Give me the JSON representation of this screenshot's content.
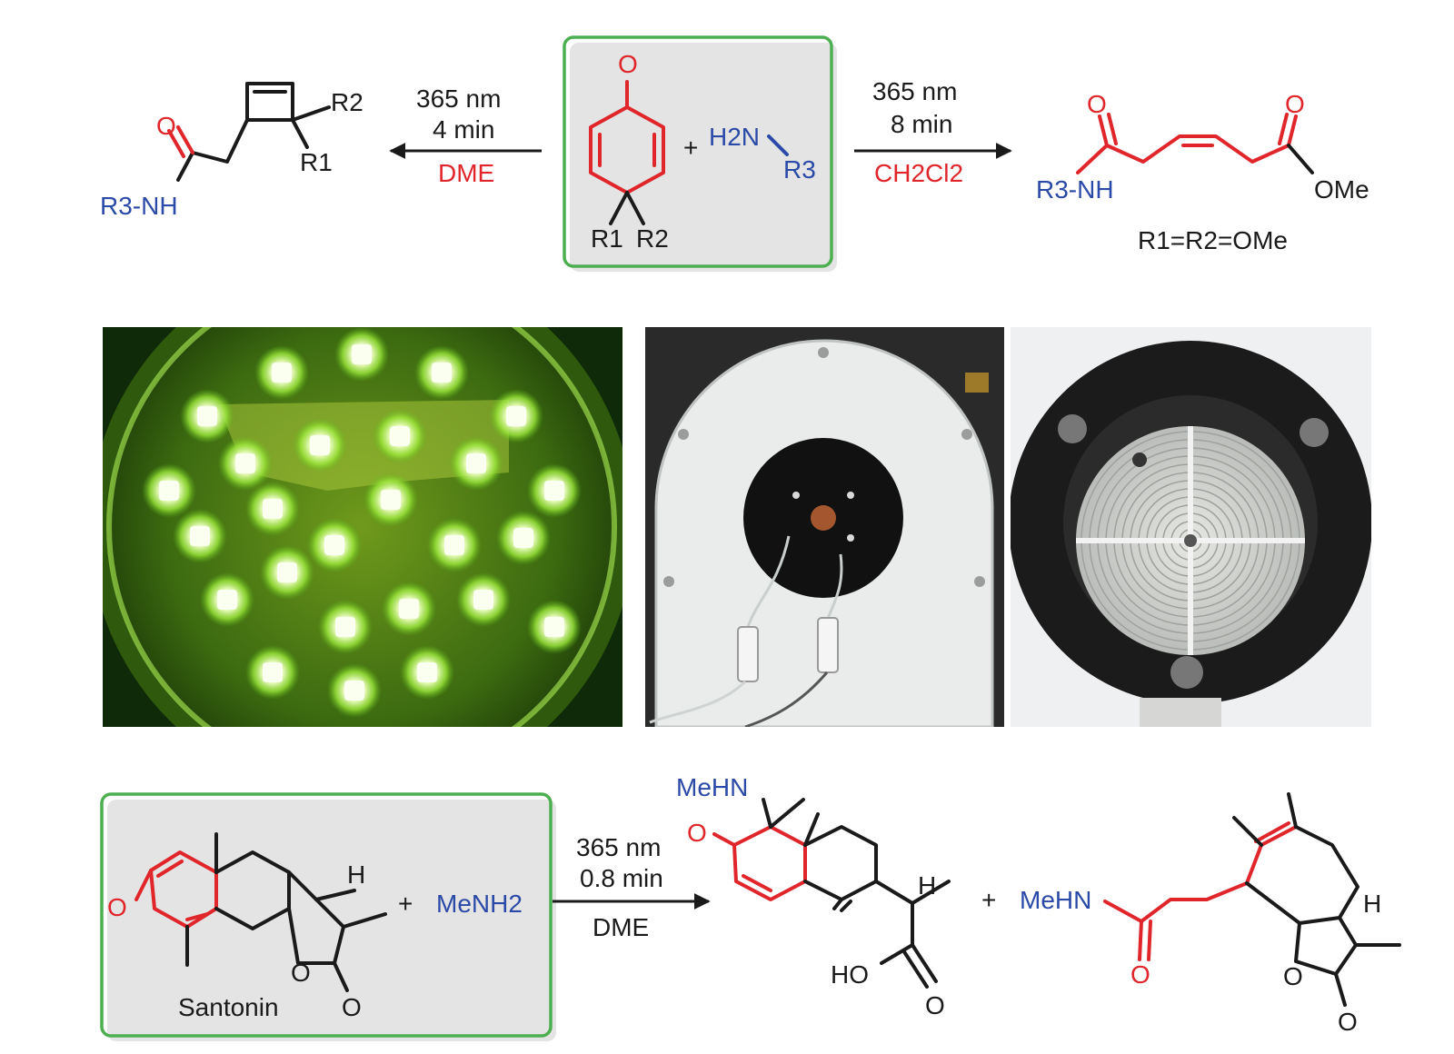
{
  "top_scheme": {
    "left_conditions": {
      "wavelength": "365 nm",
      "time": "4 min",
      "solvent": "DME"
    },
    "right_conditions": {
      "wavelength": "365 nm",
      "time": "8 min",
      "solvent": "CH2Cl2"
    },
    "reagent_amine": {
      "h2n": "H2N",
      "r3": "R3"
    },
    "reactant_labels": {
      "oxygen": "O",
      "r1": "R1",
      "r2": "R2",
      "plus": "+"
    },
    "left_product": {
      "r3nh": "R3-NH",
      "oxygen": "O",
      "r1": "R1",
      "r2": "R2"
    },
    "right_product": {
      "r3nh": "R3-NH",
      "oxygen_amide": "O",
      "oxygen_ester": "O",
      "ome": "OMe",
      "note": "R1=R2=OMe"
    }
  },
  "photos": {
    "led_array": {
      "glow_color": "#d7ff6a",
      "base_color": "#0f2a08"
    },
    "reactor_front": {
      "housing_color": "#e9eceb",
      "window_color": "#111111"
    },
    "reactor_disc": {
      "body_color": "#1b1b1b",
      "disc_color": "#cfd2cf"
    }
  },
  "bottom_scheme": {
    "reactant_name": "Santonin",
    "reagent": "MeNH2",
    "conditions": {
      "wavelength": "365 nm",
      "time": "0.8 min",
      "solvent": "DME"
    },
    "plus": "+",
    "labels": {
      "h": "H",
      "o": "O",
      "mehn": "MeHN",
      "ho": "HO"
    }
  },
  "colors": {
    "accent_red": "#e0262b",
    "accent_blue": "#2b4aa8",
    "box_green": "#4caf50"
  }
}
